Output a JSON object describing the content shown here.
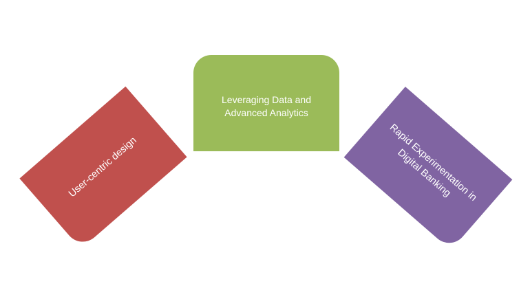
{
  "colors": {
    "background": "#ffffff",
    "red": "#c0504d",
    "green": "#9bbb59",
    "purple": "#8064a2",
    "text": "#ffffff"
  },
  "cards": [
    {
      "id": "left",
      "label": "User-centric design",
      "color_key": "red"
    },
    {
      "id": "center",
      "label": "Leveraging Data and\nAdvanced Analytics",
      "color_key": "green"
    },
    {
      "id": "right",
      "label": "Rapid Experimentation in\nDigital Banking",
      "color_key": "purple"
    }
  ]
}
